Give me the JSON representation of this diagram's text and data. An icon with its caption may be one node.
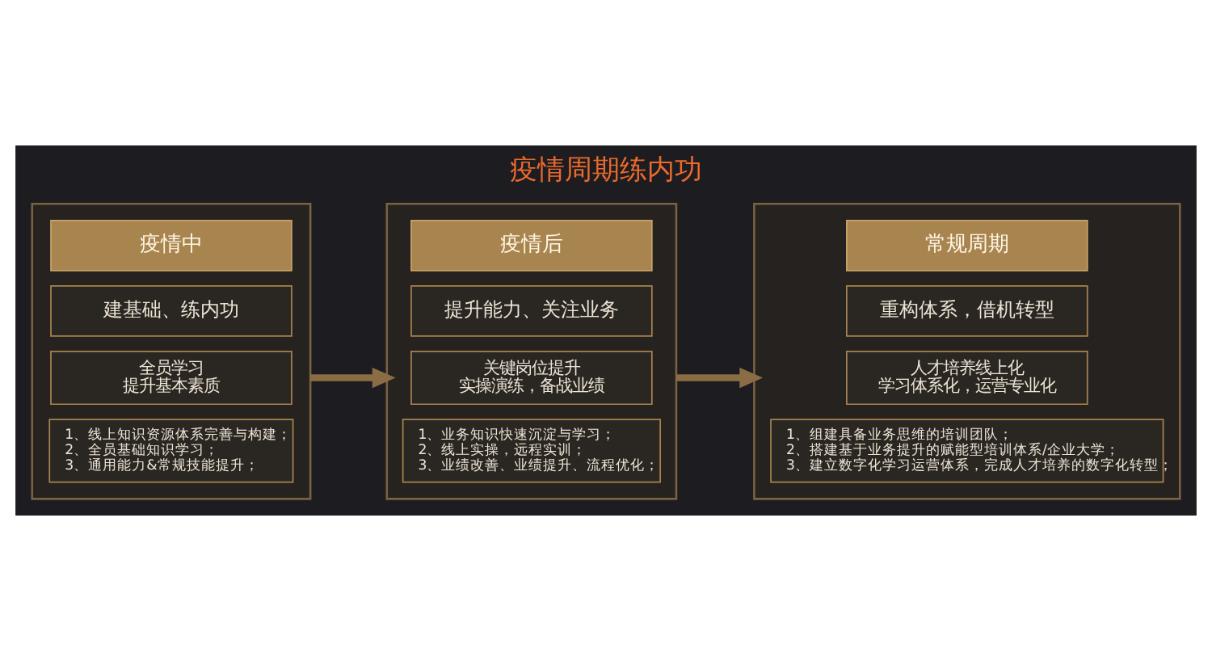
{
  "diagram": {
    "title": "疫情周期练内功",
    "nodes": [
      {
        "text": [],
        "shape": "box"
      },
      {
        "text": [
          "疫情中"
        ],
        "in": 0
      },
      {
        "text": [
          "建基础、练内功"
        ],
        "in": 0
      },
      {
        "text": [
          "全员学习",
          "提升基本素质"
        ],
        "in": 0
      },
      {
        "text": [
          "1、线上知识资源体系完善与构建；",
          "2、全员基础知识学习；",
          "3、通用能力&常规技能提升；"
        ],
        "in": 0
      },
      {
        "text": [],
        "shape": "box"
      },
      {
        "text": [
          "疫情后"
        ],
        "in": 5
      },
      {
        "text": [
          "提升能力、关注业务"
        ],
        "in": 5
      },
      {
        "text": [
          "关键岗位提升",
          "实操演练，备战业绩"
        ],
        "in": 5
      },
      {
        "text": [
          "1、业务知识快速沉淀与学习；",
          "2、线上实操，远程实训；",
          "3、业绩改善、业绩提升、流程优化；"
        ],
        "in": 5
      },
      {
        "text": [],
        "shape": "box"
      },
      {
        "text": [
          "常规周期"
        ],
        "in": 10
      },
      {
        "text": [
          "重构体系，借机转型"
        ],
        "in": 10
      },
      {
        "text": [
          "人才培养线上化",
          "学习体系化，运营专业化"
        ],
        "in": 10
      },
      {
        "text": [
          "1、组建具备业务思维的培训团队；",
          "2、搭建基于业务提升的赋能型培训体系/企业大学；",
          "3、建立数字化学习运营体系，完成人才培养的数字化转型；"
        ],
        "in": 10
      }
    ],
    "edges": [
      {
        "from": 0,
        "to": 5,
        "arrow": "to"
      },
      {
        "from": 5,
        "to": 10,
        "arrow": "to"
      }
    ]
  }
}
